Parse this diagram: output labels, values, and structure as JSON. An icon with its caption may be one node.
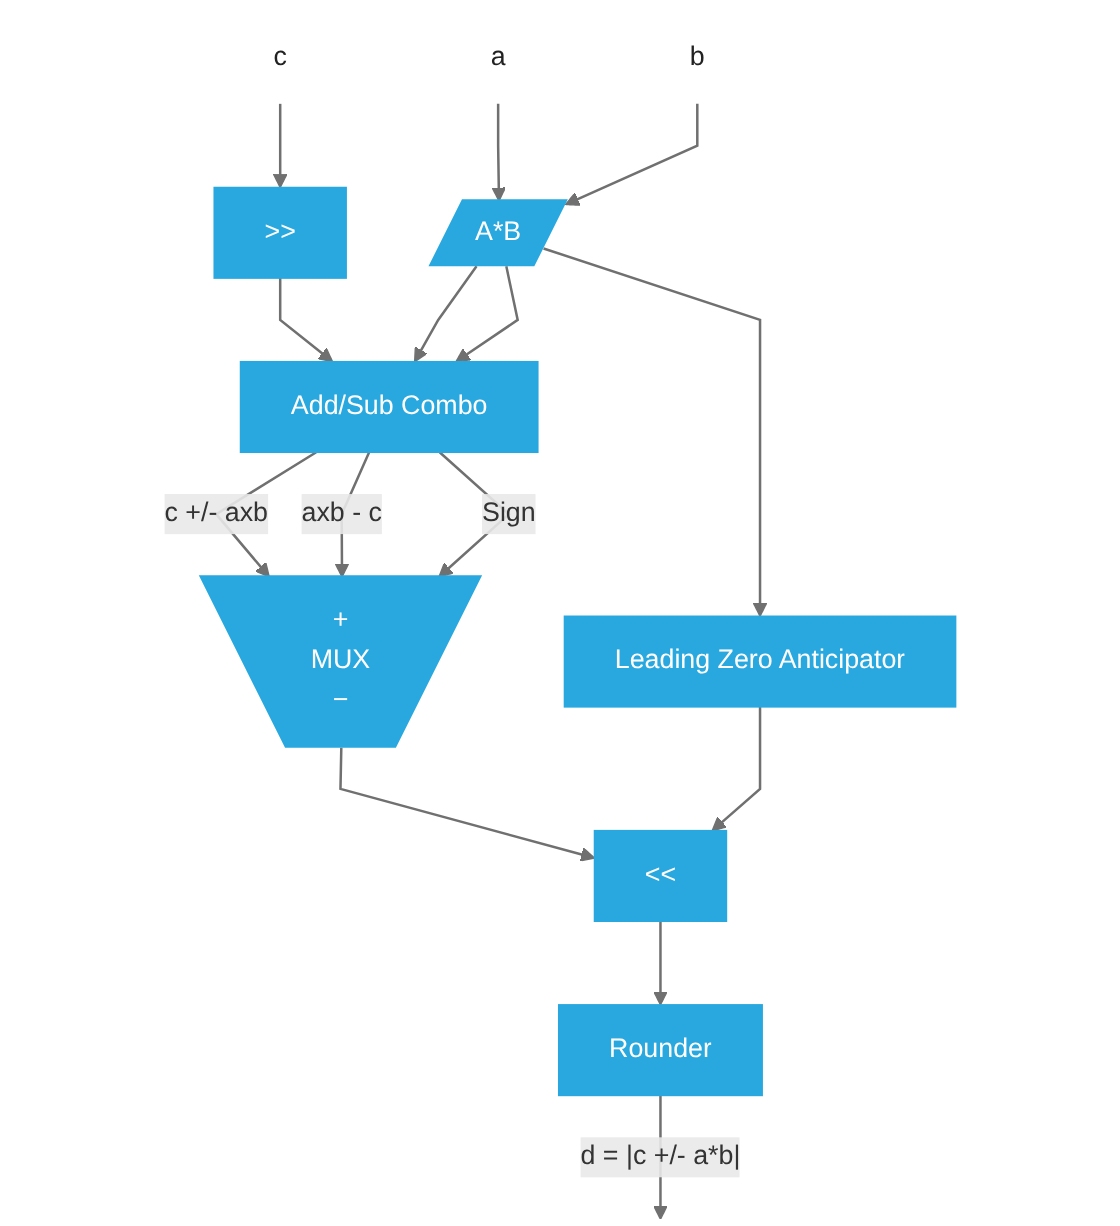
{
  "diagram": {
    "nodes": [
      {
        "text": [
          "c"
        ]
      },
      {
        "text": [
          "a"
        ]
      },
      {
        "text": [
          "b"
        ]
      },
      {
        "text": [
          ">>"
        ]
      },
      {
        "text": [
          "A*B"
        ]
      },
      {
        "text": [
          "Leading Zero Anticipator"
        ]
      },
      {
        "text": [
          "Add/Sub Combo"
        ]
      },
      {
        "text": [
          "+",
          "MUX",
          "−"
        ]
      },
      {
        "text": [
          "<<"
        ]
      },
      {
        "text": [
          "Rounder"
        ]
      }
    ],
    "edges": [
      {
        "from": 0,
        "to": 3,
        "arrow": "to"
      },
      {
        "from": 1,
        "to": 4,
        "arrow": "to"
      },
      {
        "from": 2,
        "to": 4,
        "arrow": "to"
      },
      {
        "from": 3,
        "to": 6,
        "arrow": "to"
      },
      {
        "from": 4,
        "to": 6,
        "arrow": "to"
      },
      {
        "from": 4,
        "to": 6,
        "arrow": "to"
      },
      {
        "from": 4,
        "to": 5,
        "arrow": "to"
      },
      {
        "from": 6,
        "to": 7,
        "arrow": "to",
        "label": "c +/- axb"
      },
      {
        "from": 6,
        "to": 7,
        "arrow": "to",
        "label": "axb - c"
      },
      {
        "from": 6,
        "to": 7,
        "arrow": "to",
        "label": "Sign"
      },
      {
        "from": 7,
        "to": 8,
        "arrow": "to"
      },
      {
        "from": 5,
        "to": 8,
        "arrow": "to"
      },
      {
        "from": 8,
        "to": 9,
        "arrow": "to"
      },
      {
        "from": 9,
        "to": null,
        "arrow": "to",
        "label": "d = |c +/- a*b|"
      }
    ]
  }
}
